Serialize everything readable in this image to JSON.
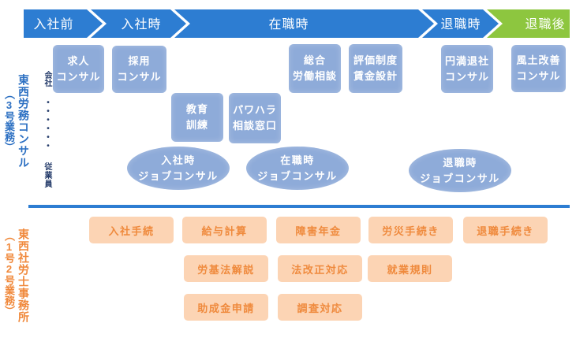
{
  "colors": {
    "phase_blue": "#2d7dd2",
    "phase_green": "#8dc63f",
    "consultancy_label": "#2b6fc2",
    "consultancy_box": "#8eabd9",
    "axis_text": "#263d6b",
    "office_label": "#f0883a",
    "office_box": "#fcd4b4",
    "office_text": "#ef8a3d"
  },
  "phase_bar": {
    "phases": [
      {
        "label": "入社前"
      },
      {
        "label": "入社時"
      },
      {
        "label": "在職時"
      },
      {
        "label": "退職時"
      },
      {
        "label": "退職後"
      }
    ]
  },
  "consultancy": {
    "name": "東西労務コンサル",
    "scope": "（3号業務）",
    "target_axis": {
      "top": "会社",
      "dots": "・・・・・・",
      "bottom": "従業員"
    },
    "services": [
      {
        "lines": [
          "求人",
          "コンサル"
        ]
      },
      {
        "lines": [
          "採用",
          "コンサル"
        ]
      },
      {
        "lines": [
          "教育",
          "訓練"
        ]
      },
      {
        "lines": [
          "パワハラ",
          "相談窓口"
        ]
      },
      {
        "lines": [
          "総合",
          "労働相談"
        ]
      },
      {
        "lines": [
          "評価制度",
          "賃金設計"
        ]
      },
      {
        "lines": [
          "円満退社",
          "コンサル"
        ]
      },
      {
        "lines": [
          "風土改善",
          "コンサル"
        ]
      }
    ],
    "job_consulting": [
      {
        "lines": [
          "入社時",
          "ジョブコンサル"
        ]
      },
      {
        "lines": [
          "在職時",
          "ジョブコンサル"
        ]
      },
      {
        "lines": [
          "退職時",
          "ジョブコンサル"
        ]
      }
    ]
  },
  "office": {
    "name": "東西社労士事務所",
    "scope": "（1号2号業務）",
    "services": [
      "入社手続",
      "給与計算",
      "障害年金",
      "労災手続き",
      "退職手続き",
      "労基法解説",
      "法改正対応",
      "就業規則",
      "助成金申請",
      "調査対応"
    ]
  }
}
